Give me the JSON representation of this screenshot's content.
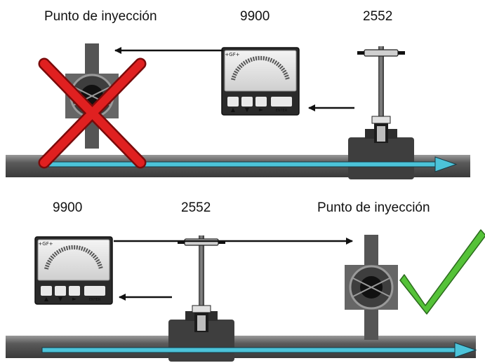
{
  "top_panel": {
    "injection_label": "Punto de inyección",
    "controller_label": "9900",
    "sensor_label": "2552"
  },
  "bottom_panel": {
    "controller_label": "9900",
    "sensor_label": "2552",
    "injection_label": "Punto de inyección"
  },
  "controller_display": {
    "brand": "+GF+",
    "buttons": [
      "▲",
      "▼",
      "►",
      "ENTER"
    ]
  },
  "status": {
    "incorrect_mark": "x-mark-icon",
    "correct_mark": "check-mark-icon"
  },
  "colors": {
    "flow_arrow": "#4cc3d9",
    "pipe": "#5a5a5a",
    "x_mark": "#e02020",
    "check_mark": "#55c238"
  }
}
